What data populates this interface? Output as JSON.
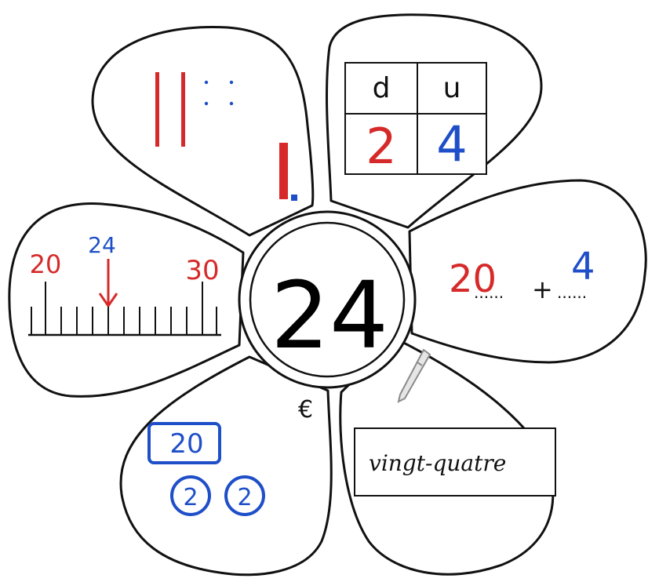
{
  "center": {
    "number": "24"
  },
  "colors": {
    "tens": "#d62a2a",
    "units": "#1f4fc8",
    "ink": "#111111"
  },
  "table": {
    "header_tens": "d",
    "header_units": "u",
    "tens_digit": "2",
    "units_digit": "4"
  },
  "decomposition": {
    "tens_value": "20",
    "plus": "+",
    "units_value": "4",
    "dots": "......"
  },
  "words": {
    "text": "vingt-quatre"
  },
  "money": {
    "currency": "€",
    "bill": "20",
    "coin_a": "2",
    "coin_b": "2"
  },
  "number_line": {
    "start": "20",
    "target": "24",
    "end": "30"
  },
  "icons": {
    "base_ten": "base-ten-blocks-icon",
    "pencil": "pencil-icon",
    "arrow": "arrow-down-icon"
  }
}
